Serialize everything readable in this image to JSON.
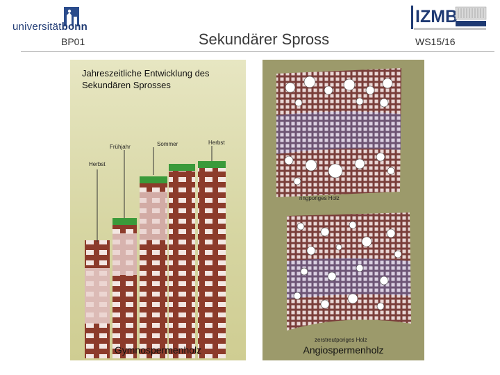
{
  "header": {
    "uni_left": "universität",
    "uni_right": "bonn",
    "code": "BP01",
    "title": "Sekundärer Spross",
    "institute": "IZMB",
    "term": "WS15/16"
  },
  "left_panel": {
    "title": "Jahreszeitliche Entwicklung des Sekundären Sprosses",
    "caption": "Gymnospermenholz",
    "seasons": [
      "Herbst",
      "Frühjahr",
      "Sommer",
      "Herbst"
    ]
  },
  "right_panel": {
    "caption": "Angiospermenholz",
    "label_ring": "ringporiges Holz",
    "label_diffuse": "zerstreutporiges Holz"
  },
  "colors": {
    "brick": "#8c3b2b",
    "cell_light": "#f3e6e2",
    "green": "#3a9a3a",
    "uni_blue": "#1f3a73",
    "violet": "#6b587d"
  }
}
